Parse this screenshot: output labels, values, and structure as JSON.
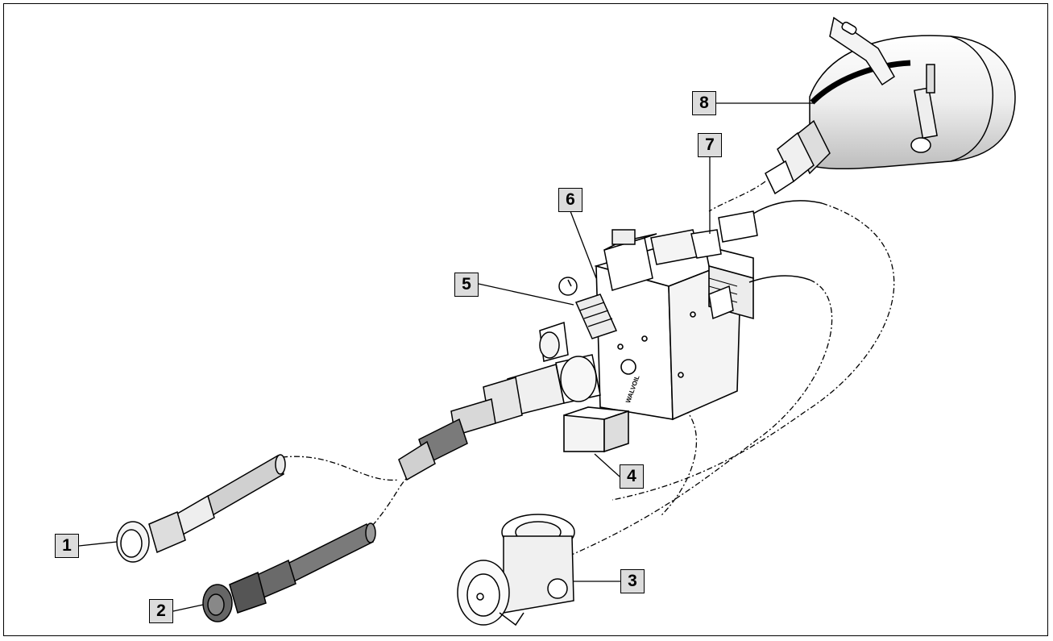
{
  "diagram": {
    "callouts": [
      {
        "id": "1",
        "label": "1",
        "part": "quick-coupler"
      },
      {
        "id": "2",
        "label": "2",
        "part": "quick-coupler-dark"
      },
      {
        "id": "3",
        "label": "3",
        "part": "electrical-socket"
      },
      {
        "id": "4",
        "label": "4",
        "part": "solenoid-lower"
      },
      {
        "id": "5",
        "label": "5",
        "part": "pressure-gauge-valve"
      },
      {
        "id": "6",
        "label": "6",
        "part": "valve-block"
      },
      {
        "id": "7",
        "label": "7",
        "part": "solenoid-connector"
      },
      {
        "id": "8",
        "label": "8",
        "part": "accumulator"
      }
    ],
    "block_marking": "WALVOIL",
    "colors": {
      "line": "#000000",
      "callout_fill": "#dcdcdc",
      "hose_light": "#d0d0d0",
      "hose_dark": "#7a7a7a",
      "background": "#ffffff"
    }
  }
}
